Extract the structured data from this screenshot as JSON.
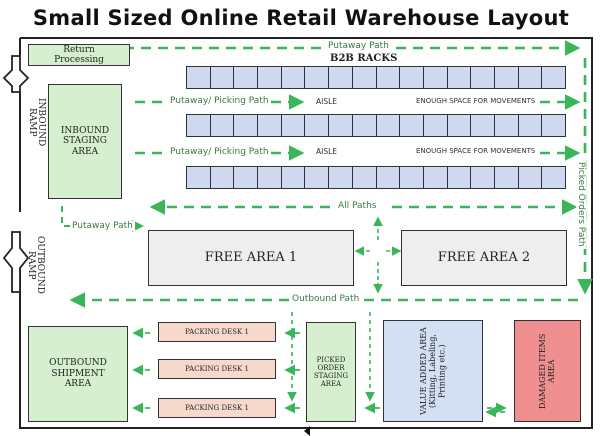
{
  "title": "Small Sized Online Retail Warehouse Layout",
  "areas": {
    "return_processing": "Return Processing",
    "inbound_ramp": "INBOUND RAMP",
    "inbound_staging": "INBOUND STAGING AREA",
    "outbound_ramp": "OUTBOUND RAMP",
    "b2b_racks": "B2B RACKS",
    "free_area_1": "FREE AREA 1",
    "free_area_2": "FREE AREA 2",
    "outbound_shipment": "OUTBOUND SHIPMENT AREA",
    "packing_desks": [
      "PACKING DESK 1",
      "PACKING DESK 1",
      "PACKING DESK 1"
    ],
    "picked_order_staging": "PICKED ORDER STAGING AREA",
    "value_added": "VALUE ADDED AREA (Kitting, Labeling, Printing etc.)",
    "damaged_items": "DAMAGED ITEMS AREA"
  },
  "labels": {
    "aisle_1": "AISLE",
    "aisle_2": "AISLE",
    "space_1": "ENOUGH SPACE FOR MOVEMENTS",
    "space_2": "ENOUGH SPACE FOR MOVEMENTS"
  },
  "paths": {
    "putaway_top": "Putaway Path",
    "putaway_picking_1": "Putaway/ Picking Path",
    "putaway_picking_2": "Putaway/ Picking Path",
    "putaway_left": "Putaway Path",
    "all_paths": "All Paths",
    "outbound": "Outbound Path",
    "picked_orders": "Picked Orders Path"
  },
  "colors": {
    "path_green": "#3bb55a",
    "staging_green": "#d5efcf",
    "rack_blue": "#cfd9f0",
    "packing_pink": "#f7d9cc",
    "value_blue": "#d3dff2",
    "damaged_red": "#ef8f8f",
    "free_gray": "#eeeeee"
  }
}
